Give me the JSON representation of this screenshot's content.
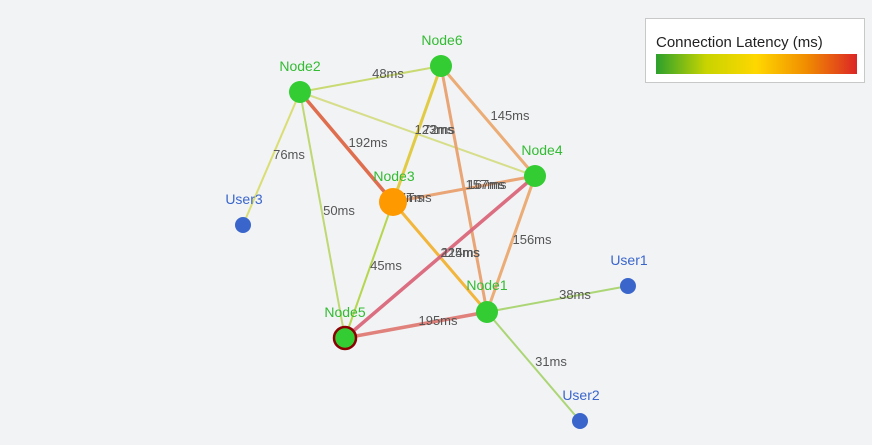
{
  "legend": {
    "title": "Connection Latency (ms)",
    "gradient": [
      "#2ca02c",
      "#c8d400",
      "#ffd700",
      "#f08c00",
      "#dc2626"
    ]
  },
  "colors": {
    "server_node": "#33cc33",
    "hub_node": "#ff9900",
    "user_node": "#3a66cc",
    "server_label": "#33bb33",
    "user_label": "#3a66cc",
    "selected_stroke": "#8b0000"
  },
  "nodes": [
    {
      "id": "Node1",
      "label": "Node1",
      "kind": "server"
    },
    {
      "id": "Node2",
      "label": "Node2",
      "kind": "server"
    },
    {
      "id": "Node3",
      "label": "Node3",
      "kind": "hub"
    },
    {
      "id": "Node4",
      "label": "Node4",
      "kind": "server"
    },
    {
      "id": "Node5",
      "label": "Node5",
      "kind": "server",
      "selected": true
    },
    {
      "id": "Node6",
      "label": "Node6",
      "kind": "server"
    },
    {
      "id": "User1",
      "label": "User1",
      "kind": "user"
    },
    {
      "id": "User2",
      "label": "User2",
      "kind": "user"
    },
    {
      "id": "User3",
      "label": "User3",
      "kind": "user"
    }
  ],
  "edges": [
    {
      "source": "Node2",
      "target": "Node6",
      "label": "48ms",
      "color": "#c6d86a"
    },
    {
      "source": "Node2",
      "target": "Node3",
      "label": "192ms",
      "color": "#dd6644"
    },
    {
      "source": "Node2",
      "target": "Node4",
      "label": "72ms",
      "color": "#d4dc84"
    },
    {
      "source": "Node2",
      "target": "Node5",
      "label": "50ms",
      "color": "#bcd66a"
    },
    {
      "source": "Node2",
      "target": "User3",
      "label": "76ms",
      "color": "#d8dc6a"
    },
    {
      "source": "Node6",
      "target": "Node3",
      "label": "123ms",
      "color": "#e0c83a"
    },
    {
      "source": "Node6",
      "target": "Node4",
      "label": "145ms",
      "color": "#eaa86e"
    },
    {
      "source": "Node6",
      "target": "Node1",
      "label": "157ms",
      "color": "#e8a06e"
    },
    {
      "source": "Node3",
      "target": "Node4",
      "label": "167ms",
      "color": "#e8a06e"
    },
    {
      "source": "Node3",
      "target": "Node5",
      "label": "45ms",
      "color": "#b2d444"
    },
    {
      "source": "Node3",
      "target": "Node1",
      "label": "114ms",
      "color": "#f0b230"
    },
    {
      "source": "Node4",
      "target": "Node5",
      "label": "225ms",
      "color": "#d9667a"
    },
    {
      "source": "Node4",
      "target": "Node1",
      "label": "156ms",
      "color": "#eaa86e"
    },
    {
      "source": "Node5",
      "target": "Node1",
      "label": "195ms",
      "color": "#df7a74"
    },
    {
      "source": "Node1",
      "target": "User1",
      "label": "38ms",
      "color": "#a8d46e"
    },
    {
      "source": "Node1",
      "target": "User2",
      "label": "31ms",
      "color": "#a8d46e"
    }
  ],
  "overlap_labels": [
    "Tms",
    "7ms"
  ]
}
